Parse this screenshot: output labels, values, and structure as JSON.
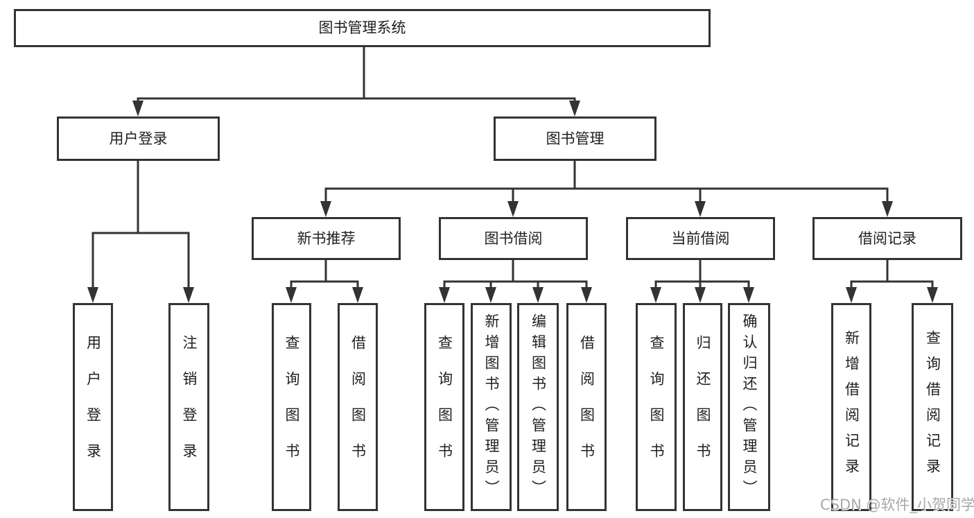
{
  "colors": {
    "background": "#ffffff",
    "line": "#333333",
    "box_border": "#333333",
    "text": "#1f1f1f",
    "watermark": "#a8a8a8"
  },
  "diagram": {
    "root": {
      "label": "图书管理系统"
    },
    "level2": [
      {
        "label": "用户登录"
      },
      {
        "label": "图书管理"
      }
    ],
    "level3": [
      {
        "label": "新书推荐"
      },
      {
        "label": "图书借阅"
      },
      {
        "label": "当前借阅"
      },
      {
        "label": "借阅记录"
      }
    ],
    "leaves": {
      "user_login": [
        {
          "label": "用户登录"
        },
        {
          "label": "注销登录"
        }
      ],
      "new_book": [
        {
          "label": "查询图书"
        },
        {
          "label": "借阅图书"
        }
      ],
      "book_borrow": [
        {
          "label": "查询图书"
        },
        {
          "label": "新增图书（管理员）"
        },
        {
          "label": "编辑图书（管理员）"
        },
        {
          "label": "借阅图书"
        }
      ],
      "current_borrow": [
        {
          "label": "查询图书"
        },
        {
          "label": "归还图书"
        },
        {
          "label": "确认归还（管理员）"
        }
      ],
      "records": [
        {
          "label": "新增借阅记录"
        },
        {
          "label": "查询借阅记录"
        }
      ]
    }
  },
  "watermark": {
    "text": "CSDN @软件_小贺同学"
  }
}
